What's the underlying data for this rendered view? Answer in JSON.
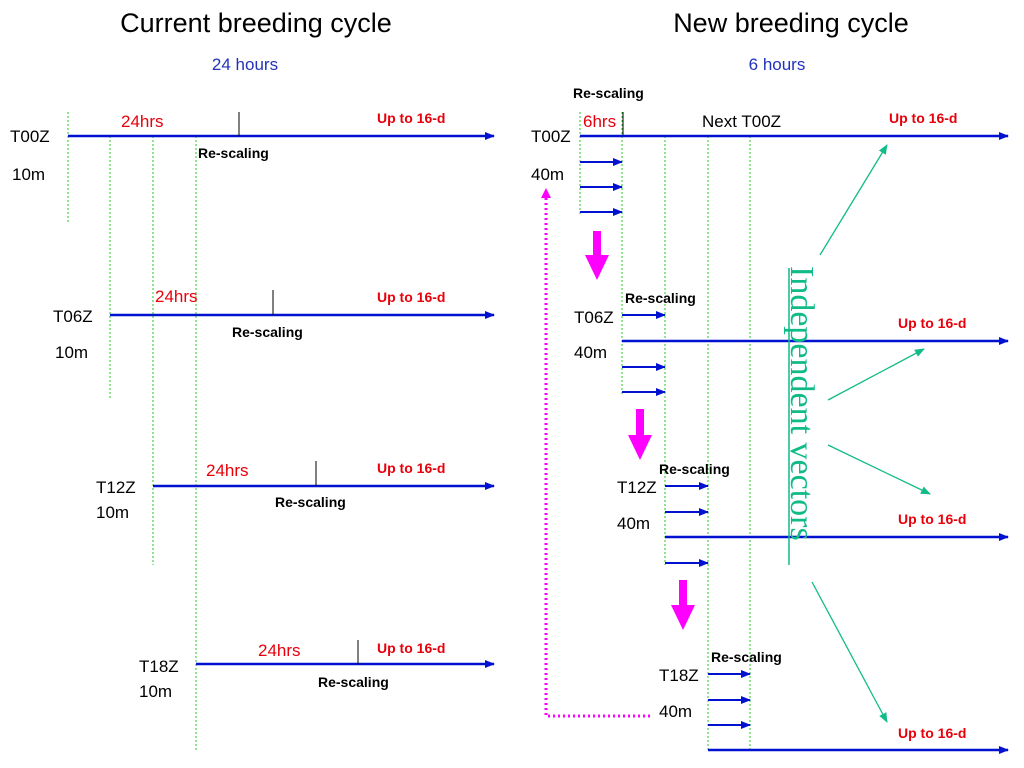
{
  "colors": {
    "timeline_blue": "#0011d0",
    "subtitle_blue": "#2233bb",
    "label_red": "#e8000a",
    "green_guide": "#22cc22",
    "magenta": "#ff00ff",
    "teal": "#11bb88"
  },
  "current": {
    "title": "Current breeding cycle",
    "duration": "24 hours",
    "cycles": [
      {
        "time": "T00Z",
        "res": "10m",
        "hrs": "24hrs",
        "rescale": "Re-scaling",
        "upto": "Up to 16-d"
      },
      {
        "time": "T06Z",
        "res": "10m",
        "hrs": "24hrs",
        "rescale": "Re-scaling",
        "upto": "Up to 16-d"
      },
      {
        "time": "T12Z",
        "res": "10m",
        "hrs": "24hrs",
        "rescale": "Re-scaling",
        "upto": "Up to 16-d"
      },
      {
        "time": "T18Z",
        "res": "10m",
        "hrs": "24hrs",
        "rescale": "Re-scaling",
        "upto": "Up to 16-d"
      }
    ]
  },
  "new": {
    "title": "New breeding cycle",
    "duration": "6 hours",
    "first_rescale": "Re-scaling",
    "first_hrs": "6hrs",
    "next_label": "Next T00Z",
    "vertical_label": "Independent vectors",
    "cycles": [
      {
        "time": "T00Z",
        "res": "40m",
        "upto": "Up to 16-d"
      },
      {
        "time": "T06Z",
        "res": "40m",
        "rescale": "Re-scaling",
        "upto": "Up to 16-d"
      },
      {
        "time": "T12Z",
        "res": "40m",
        "rescale": "Re-scaling",
        "upto": "Up to 16-d"
      },
      {
        "time": "T18Z",
        "res": "40m",
        "rescale": "Re-scaling",
        "upto": "Up to 16-d"
      }
    ]
  }
}
